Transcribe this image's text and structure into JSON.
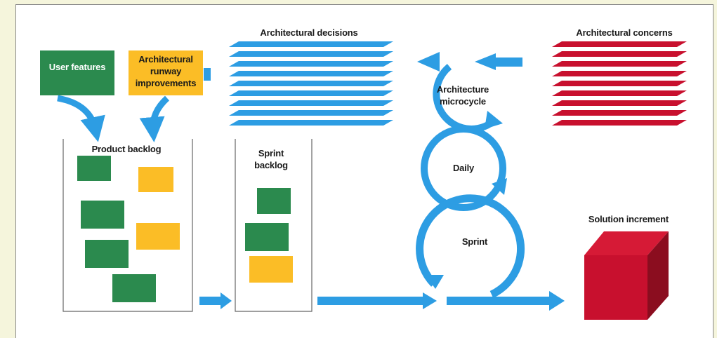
{
  "labels": {
    "user_features": "User features",
    "runway": "Architectural runway improvements",
    "decisions": "Architectural decisions",
    "concerns": "Architectural concerns",
    "product_backlog": "Product backlog",
    "sprint_backlog": "Sprint backlog",
    "microcycle": "Architecture microcycle",
    "daily": "Daily",
    "sprint": "Sprint",
    "solution": "Solution increment"
  },
  "colors": {
    "blue": "#2d9de3",
    "green": "#2b8a4e",
    "yellow": "#fbbd26",
    "red": "#c8102e",
    "red_dark": "#8b0d1f",
    "red_side": "#a50e24"
  }
}
